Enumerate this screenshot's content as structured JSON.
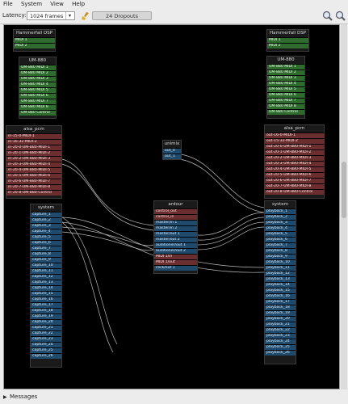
{
  "menubar": {
    "items": [
      "File",
      "System",
      "View",
      "Help"
    ]
  },
  "toolbar": {
    "latency_label": "Latency:",
    "latency_value": "1024 frames",
    "xruns_label": "24 Dropouts"
  },
  "status": {
    "messages_label": "Messages"
  },
  "modules": {
    "hdsp_left": {
      "title": "Hammerfall DSP",
      "ports": [
        "MIDI 1",
        "MIDI 2"
      ]
    },
    "hdsp_right": {
      "title": "Hammerfall DSP",
      "ports": [
        "MIDI 1",
        "MIDI 2"
      ]
    },
    "um_left": {
      "title": "UM-880",
      "ports": [
        "UM-880 MIDI 1",
        "UM-880 MIDI 2",
        "UM-880 MIDI 3",
        "UM-880 MIDI 4",
        "UM-880 MIDI 5",
        "UM-880 MIDI 6",
        "UM-880 MIDI 7",
        "UM-880 MIDI 8",
        "UM-880 Control"
      ]
    },
    "um_right": {
      "title": "UM-880",
      "ports": [
        "UM-880 MIDI 1",
        "UM-880 MIDI 2",
        "UM-880 MIDI 3",
        "UM-880 MIDI 4",
        "UM-880 MIDI 5",
        "UM-880 MIDI 6",
        "UM-880 MIDI 7",
        "UM-880 MIDI 8",
        "UM-880 Control"
      ]
    },
    "alsa_left": {
      "title": "alsa_pcm",
      "ports": [
        "in-15-0-MIDI-1",
        "in-16-32-MIDI-2",
        "in-20-0-UM-880-MIDI-1",
        "in-20-1-UM-880-MIDI-2",
        "in-20-2-UM-880-MIDI-3",
        "in-20-3-UM-880-MIDI-4",
        "in-20-4-UM-880-MIDI-5",
        "in-20-5-UM-880-MIDI-6",
        "in-20-6-UM-880-MIDI-7",
        "in-20-7-UM-880-MIDI-8",
        "in-20-8-UM-880-Control"
      ]
    },
    "alsa_right": {
      "title": "alsa_pcm",
      "ports": [
        "out-16-0-MIDI-1",
        "out-15-32-MIDI-2",
        "out-20-0-UM-880-MIDI-1",
        "out-20-1-UM-880-MIDI-2",
        "out-20-2-UM-880-MIDI-3",
        "out-20-3-UM-880-MIDI-4",
        "out-20-4-UM-880-MIDI-5",
        "out-20-5-UM-880-MIDI-6",
        "out-20-6-UM-880-MIDI-7",
        "out-20-7-UM-880-MIDI-8",
        "out-20-8-UM-880-Control"
      ]
    },
    "unimix": {
      "title": "unimix",
      "ports": [
        "out_0",
        "out_1"
      ]
    },
    "system_left": {
      "title": "system",
      "ports": [
        "capture_1",
        "capture_2",
        "capture_3",
        "capture_4",
        "capture_5",
        "capture_6",
        "capture_7",
        "capture_8",
        "capture_9",
        "capture_10",
        "capture_11",
        "capture_12",
        "capture_13",
        "capture_14",
        "capture_15",
        "capture_16",
        "capture_17",
        "capture_18",
        "capture_19",
        "capture_20",
        "capture_21",
        "capture_22",
        "capture_23",
        "capture_24",
        "capture_25",
        "capture_26"
      ]
    },
    "ardour": {
      "title": "ardour",
      "ports": [
        "control_out",
        "control_in",
        "master/in 1",
        "master/in 2",
        "master/out 1",
        "master/out 2",
        "auditioner/out 1",
        "auditioner/out 2",
        "MIDI 1/in",
        "MIDI 1/out",
        "click/out 1"
      ]
    },
    "system_right": {
      "title": "system",
      "ports": [
        "playback_1",
        "playback_2",
        "playback_3",
        "playback_4",
        "playback_5",
        "playback_6",
        "playback_7",
        "playback_8",
        "playback_9",
        "playback_10",
        "playback_11",
        "playback_12",
        "playback_13",
        "playback_14",
        "playback_15",
        "playback_16",
        "playback_17",
        "playback_18",
        "playback_19",
        "playback_20",
        "playback_21",
        "playback_22",
        "playback_23",
        "playback_24",
        "playback_25",
        "playback_26"
      ]
    }
  }
}
